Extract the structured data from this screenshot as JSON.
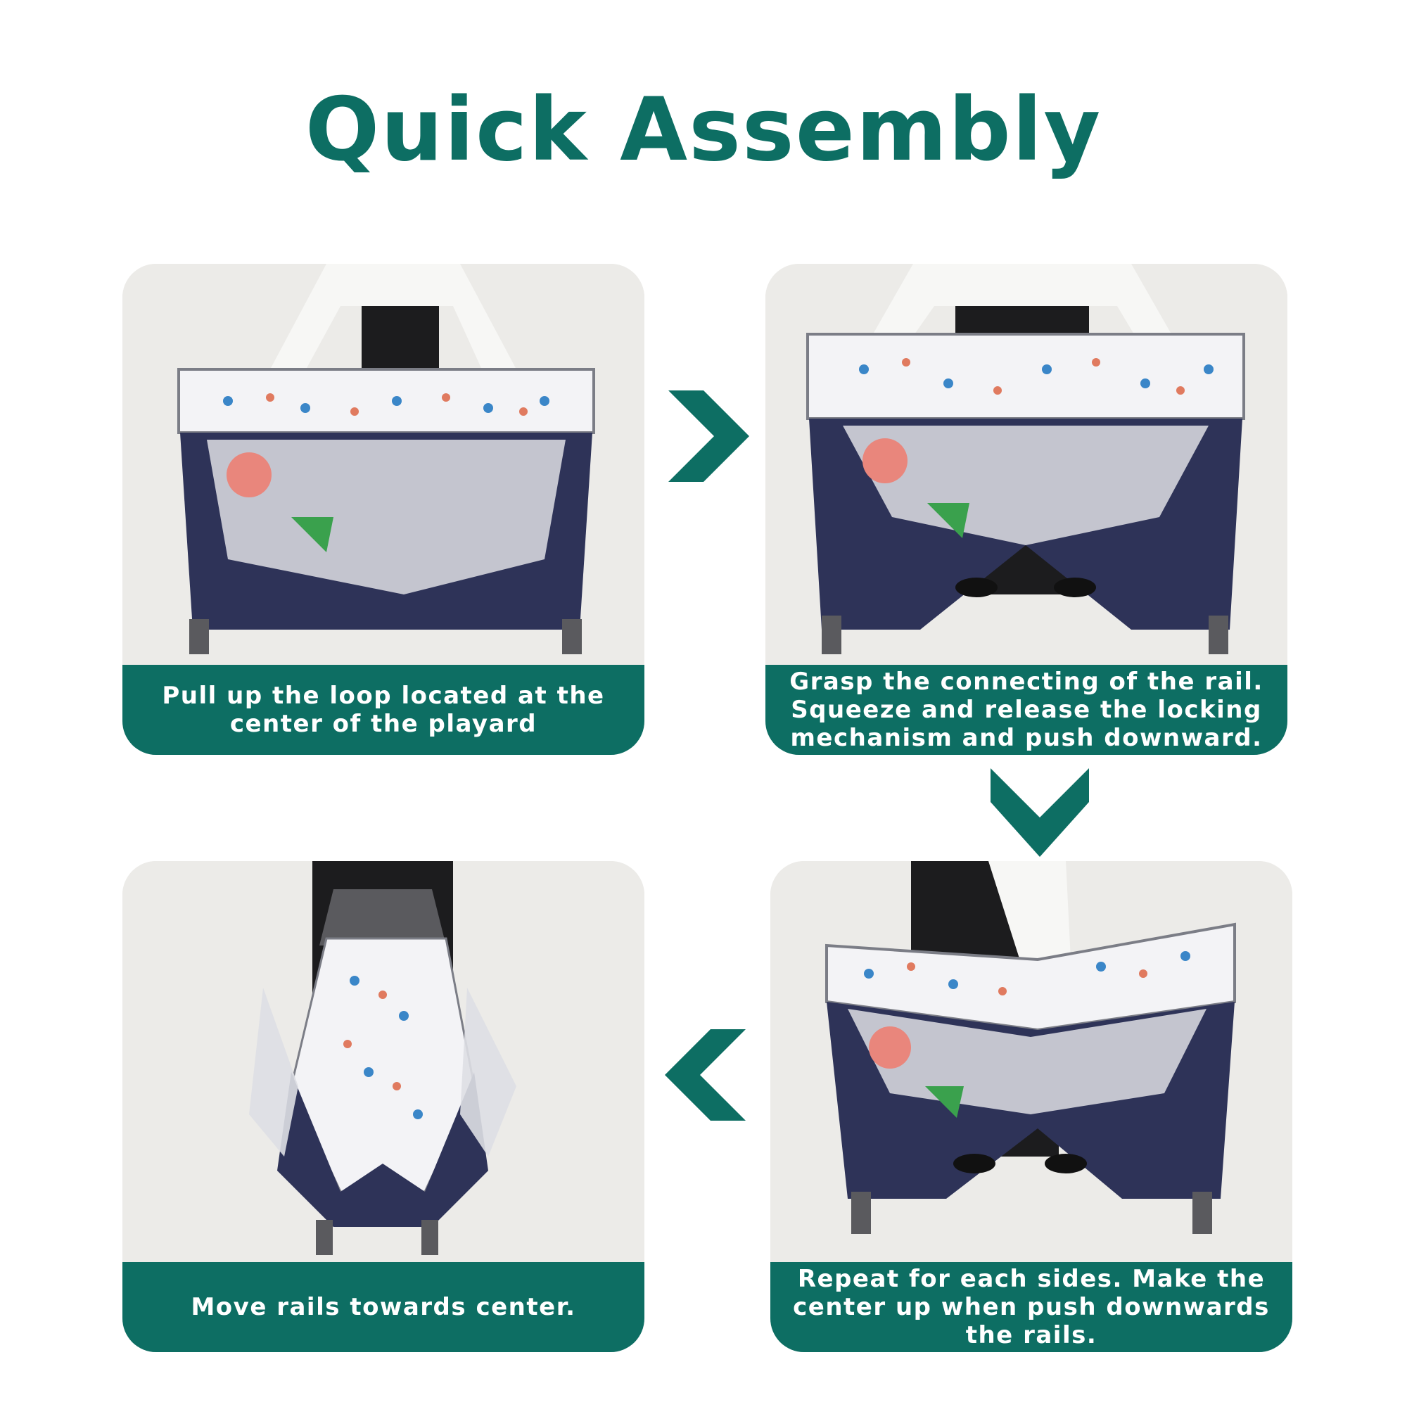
{
  "title": "Quick Assembly",
  "colors": {
    "accent": "#0d6e63",
    "navy": "#2e3358",
    "photo_bg": "#ecebe8"
  },
  "steps": [
    {
      "caption_lines": [
        "Pull up the loop located at the",
        "center of the playard"
      ]
    },
    {
      "caption_lines": [
        "Grasp the connecting of the rail.",
        "Squeeze and release the locking",
        "mechanism and push downward."
      ]
    },
    {
      "caption_lines": [
        "Repeat for each sides. Make the",
        "center up when push downwards",
        "the rails."
      ]
    },
    {
      "caption_lines": [
        "Move rails towards center."
      ]
    }
  ],
  "arrows": [
    "chevron-right-icon",
    "chevron-down-icon",
    "chevron-left-icon"
  ]
}
